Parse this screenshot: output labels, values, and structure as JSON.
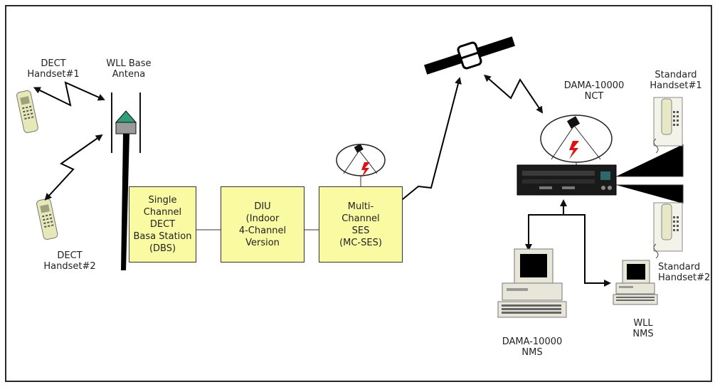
{
  "labels": {
    "dect_handset_1": "DECT\nHandset#1",
    "wll_base_antenna": "WLL Base\nAntena",
    "dect_handset_2": "DECT\nHandset#2",
    "dama_nct": "DAMA-10000\nNCT",
    "standard_handset_1": "Standard\nHandset#1",
    "standard_handset_2": "Standard\nHandset#2",
    "dama_nms": "DAMA-10000\nNMS",
    "wll_nms": "WLL\nNMS"
  },
  "boxes": {
    "dbs": "Single\nChannel\nDECT\nBasa Station\n(DBS)",
    "diu": "DIU\n(Indoor\n4-Channel\nVersion",
    "mc_ses": "Multi-\nChannel\nSES\n(MC-SES)"
  },
  "colors": {
    "box_fill": "#fafaa2",
    "antenna_green": "#2f9f7a",
    "lightning_red": "#e01010",
    "handset_beige": "#e6e8b8"
  }
}
